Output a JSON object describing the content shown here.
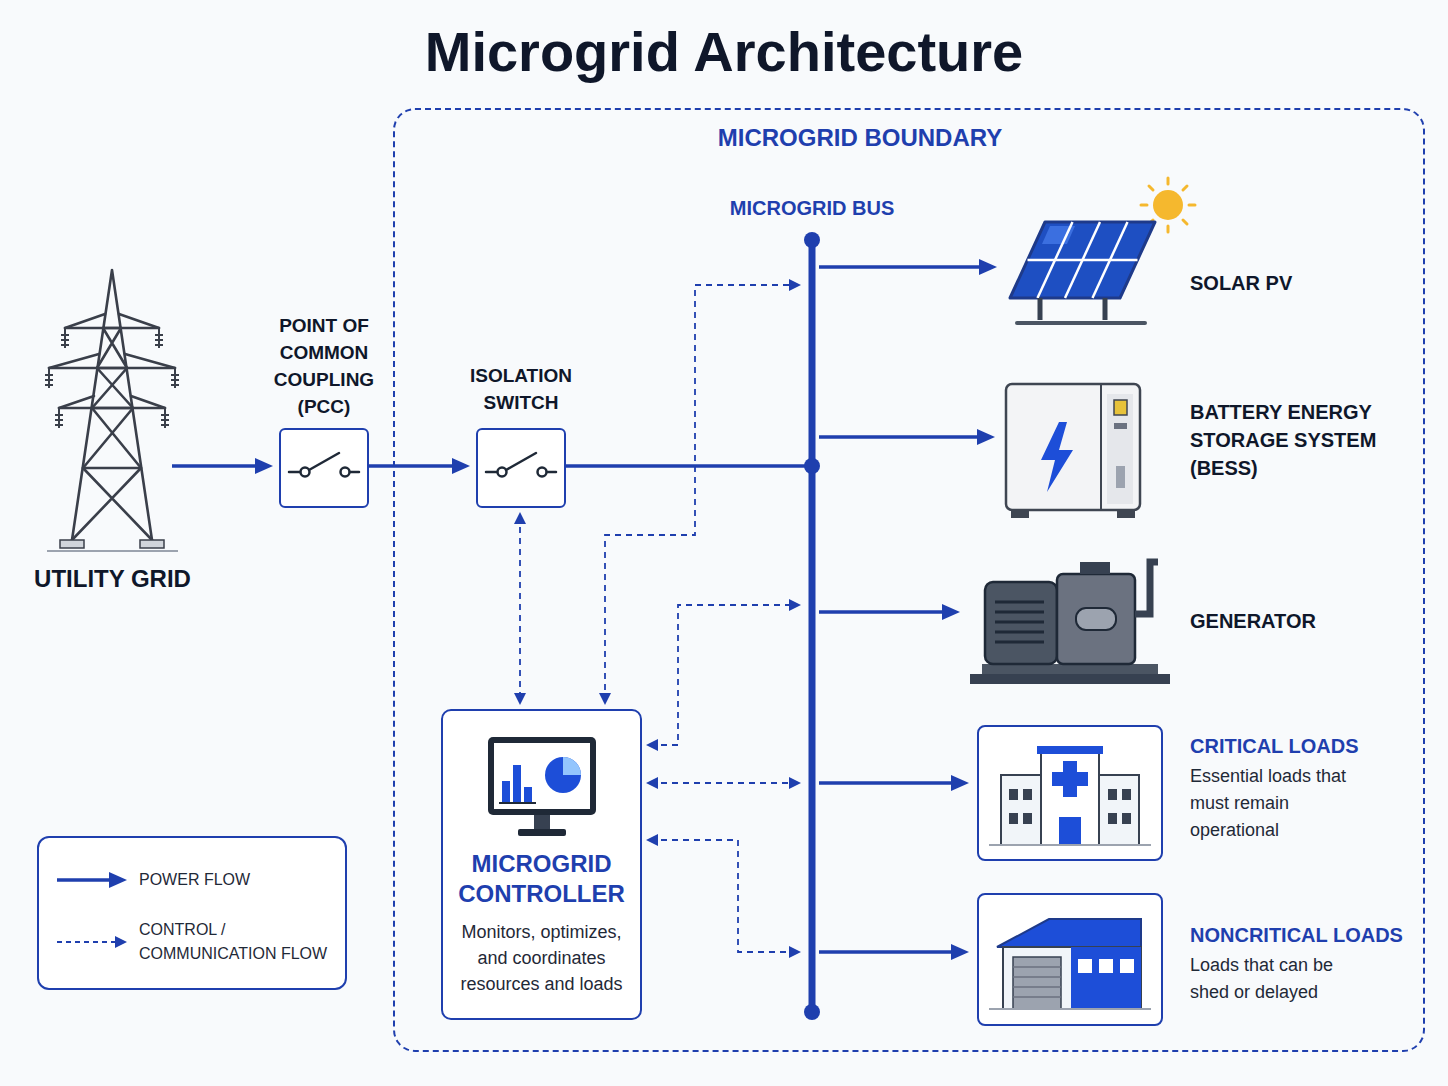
{
  "diagram": {
    "title": "Microgrid Architecture",
    "nodes": [
      {
        "text": [
          "UTILITY GRID"
        ]
      },
      {
        "text": [
          "POINT OF COMMON COUPLING (PCC)"
        ]
      },
      {
        "text": [
          "MICROGRID BOUNDARY"
        ]
      },
      {
        "text": [
          "ISOLATION SWITCH"
        ],
        "in": 2
      },
      {
        "text": [
          "MICROGRID BUS"
        ],
        "in": 2
      },
      {
        "text": [
          "SOLAR PV"
        ],
        "in": 2
      },
      {
        "text": [
          "BATTERY ENERGY STORAGE SYSTEM (BESS)"
        ],
        "in": 2
      },
      {
        "text": [
          "GENERATOR"
        ],
        "in": 2
      },
      {
        "text": [
          "CRITICAL LOADS",
          "Essential loads that must remain operational"
        ],
        "in": 2
      },
      {
        "text": [
          "NONCRITICAL LOADS",
          "Loads that can be shed or delayed"
        ],
        "in": 2
      },
      {
        "text": [
          "MICROGRID CONTROLLER",
          "Monitors, optimizes, and coordinates resources and loads"
        ],
        "in": 2
      }
    ],
    "edges": [
      {
        "from": 0,
        "to": 1,
        "arrow": "to"
      },
      {
        "from": 1,
        "to": 3,
        "arrow": "to"
      },
      {
        "from": 3,
        "to": 4,
        "arrow": "none"
      },
      {
        "from": 4,
        "to": 5,
        "arrow": "to"
      },
      {
        "from": 4,
        "to": 6,
        "arrow": "to"
      },
      {
        "from": 4,
        "to": 7,
        "arrow": "to"
      },
      {
        "from": 4,
        "to": 8,
        "arrow": "to"
      },
      {
        "from": 4,
        "to": 9,
        "arrow": "to"
      },
      {
        "from": 3,
        "to": 10,
        "arrow": "both"
      },
      {
        "from": 10,
        "to": 4,
        "arrow": "both"
      },
      {
        "from": 10,
        "to": 4,
        "arrow": "both"
      },
      {
        "from": 10,
        "to": 4,
        "arrow": "both"
      },
      {
        "from": 10,
        "to": 4,
        "arrow": "both"
      }
    ],
    "legend": [
      {
        "text": "POWER FLOW"
      },
      {
        "text": "CONTROL / COMMUNICATION FLOW"
      }
    ]
  }
}
